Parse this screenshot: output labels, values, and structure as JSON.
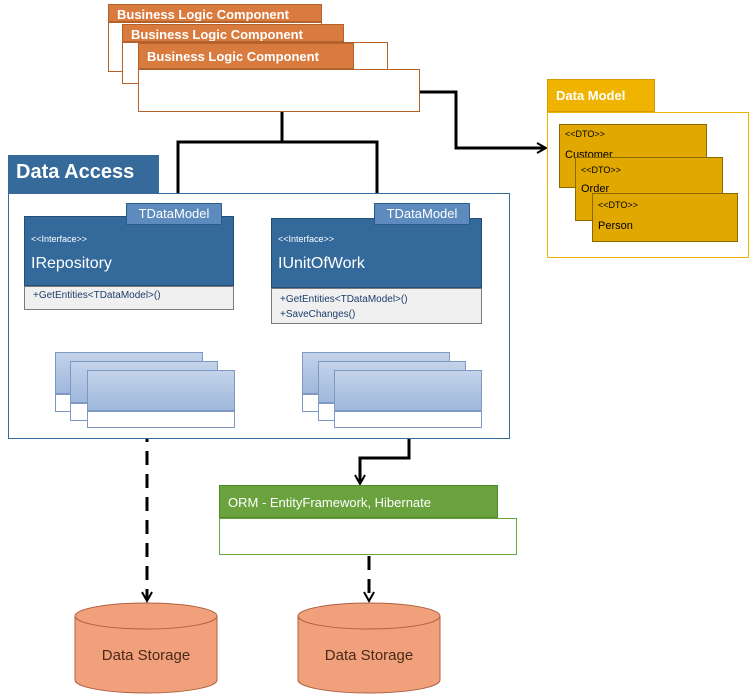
{
  "business": {
    "titles": [
      "Business Logic Component",
      "Business Logic Component",
      "Business Logic Component"
    ]
  },
  "data_model": {
    "title": "Data Model",
    "stereotype": "<<DTO>>",
    "entities": [
      "Customer",
      "Order",
      "Person"
    ]
  },
  "data_access": {
    "title": "Data Access",
    "irepository": {
      "stereotype": "<<Interface>>",
      "name": "IRepository",
      "template_param": "TDataModel",
      "operations": [
        "+GetEntities<TDataModel>()"
      ]
    },
    "iunitofwork": {
      "stereotype": "<<Interface>>",
      "name": "IUnitOfWork",
      "template_param": "TDataModel",
      "operations": [
        "+GetEntities<TDataModel>()",
        "+SaveChanges()"
      ]
    }
  },
  "orm": {
    "title": "ORM -  EntityFramework, Hibernate"
  },
  "storage": {
    "labels": [
      "Data Storage",
      "Data Storage"
    ]
  },
  "colors": {
    "business": "#d97b3f",
    "data_model_header": "#f0b400",
    "dto": "#e0a800",
    "data_access": "#356a9a",
    "orm": "#6aa23d",
    "storage": "#f0a07a"
  }
}
